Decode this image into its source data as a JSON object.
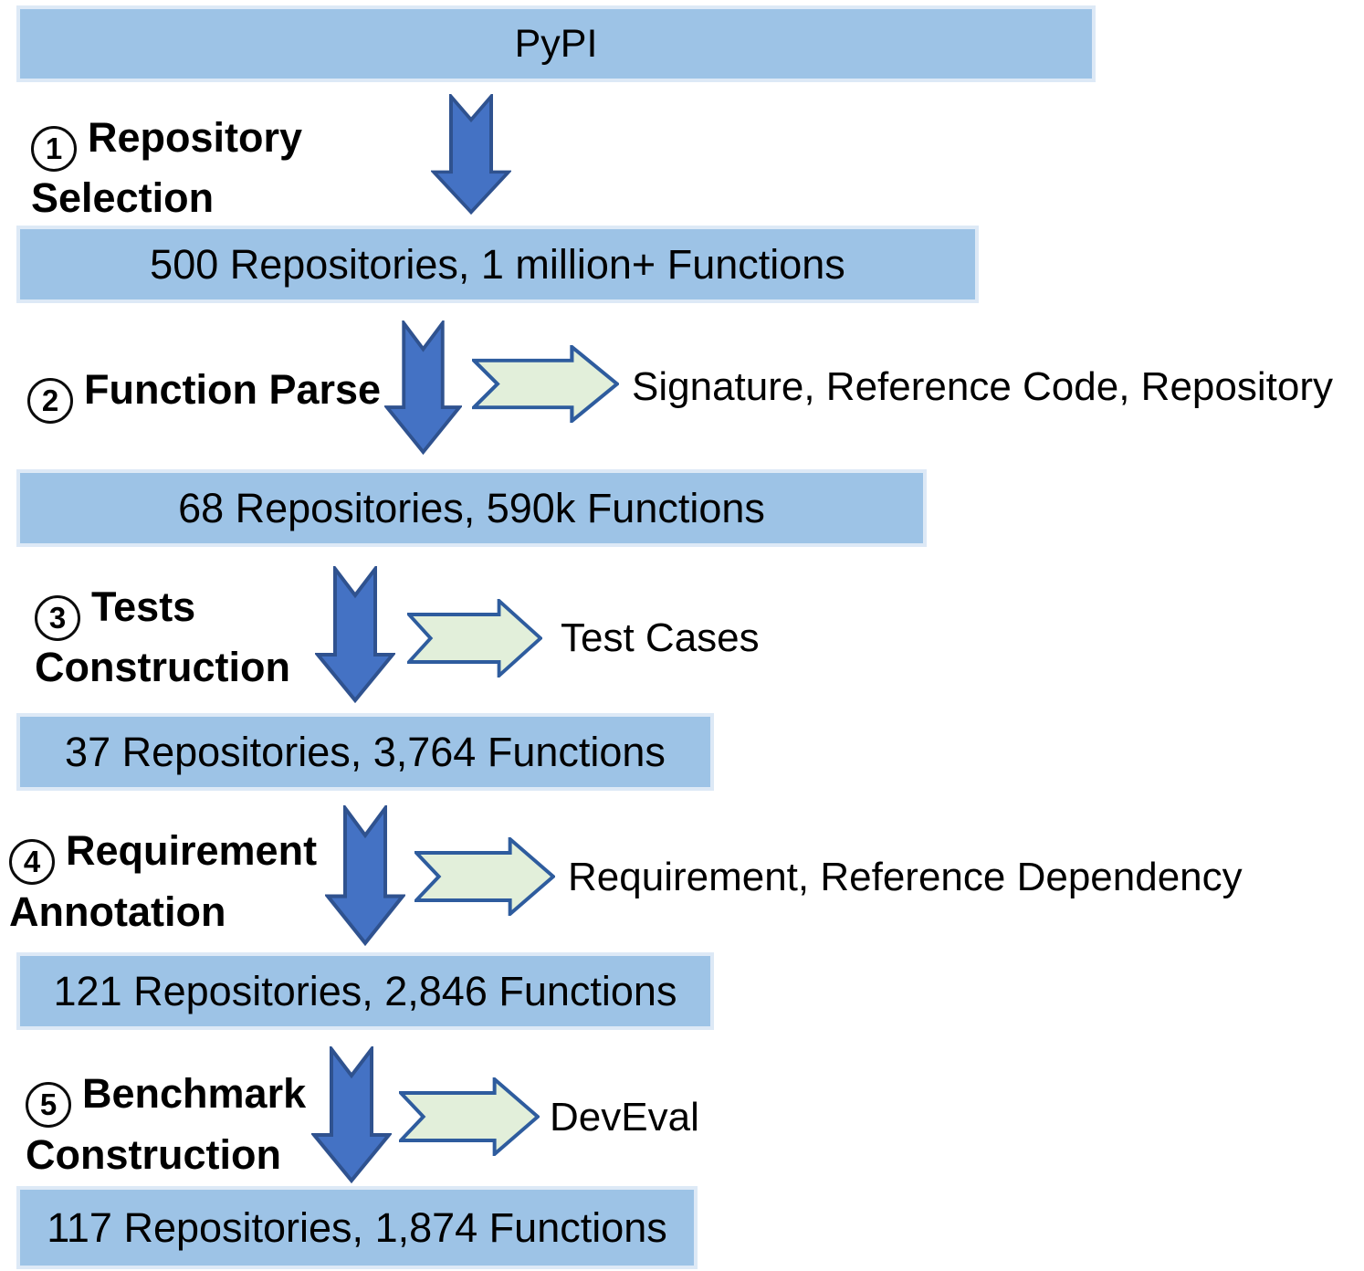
{
  "source_label": "PyPI",
  "steps": [
    {
      "number": "1",
      "label_line1": "Repository",
      "label_line2": "Selection",
      "annotation": "",
      "result": "500 Repositories, 1 million+ Functions"
    },
    {
      "number": "2",
      "label_line1": "Function Parse",
      "label_line2": "",
      "annotation": "Signature, Reference Code, Repository",
      "result": "68 Repositories, 590k Functions"
    },
    {
      "number": "3",
      "label_line1": "Tests",
      "label_line2": "Construction",
      "annotation": "Test Cases",
      "result": "37 Repositories, 3,764 Functions"
    },
    {
      "number": "4",
      "label_line1": "Requirement",
      "label_line2": "Annotation",
      "annotation": "Requirement, Reference Dependency",
      "result": "121 Repositories, 2,846 Functions"
    },
    {
      "number": "5",
      "label_line1": "Benchmark",
      "label_line2": "Construction",
      "annotation": "DevEval",
      "result": "117 Repositories, 1,874 Functions"
    }
  ],
  "colors": {
    "bar_fill": "#9dc3e6",
    "bar_border": "#dde9f6",
    "down_arrow_fill": "#4472c4",
    "down_arrow_border": "#2f528f",
    "right_arrow_fill": "#e2efda",
    "right_arrow_border": "#2e5c9e",
    "text": "#000000"
  }
}
